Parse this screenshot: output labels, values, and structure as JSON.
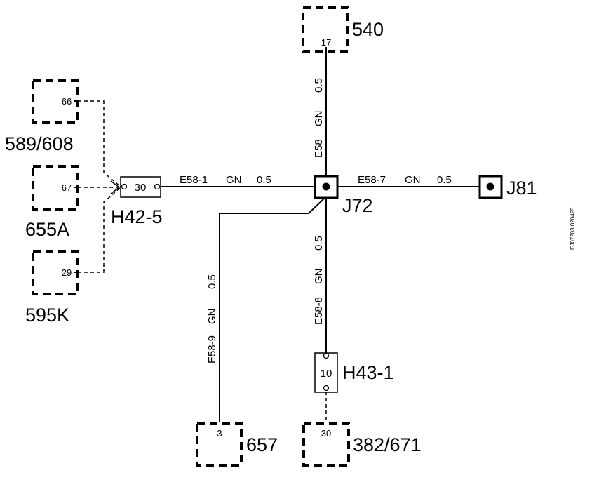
{
  "components": {
    "c540": {
      "name": "540",
      "pin": "17"
    },
    "c589": {
      "name": "589/608",
      "pin": "66"
    },
    "c655": {
      "name": "655A",
      "pin": "67"
    },
    "c595": {
      "name": "595K",
      "pin": "29"
    },
    "c657": {
      "name": "657",
      "pin": "3"
    },
    "c382": {
      "name": "382/671",
      "pin": "30"
    }
  },
  "connectors": {
    "h42": {
      "name": "H42-5",
      "pin": "30"
    },
    "h43": {
      "name": "H43-1",
      "pin": "10"
    }
  },
  "splices": {
    "j72": {
      "name": "J72"
    },
    "j81": {
      "name": "J81"
    }
  },
  "wires": {
    "e58": {
      "id": "E58",
      "color": "GN",
      "size": "0.5"
    },
    "e58_1": {
      "id": "E58-1",
      "color": "GN",
      "size": "0.5"
    },
    "e58_7": {
      "id": "E58-7",
      "color": "GN",
      "size": "0.5"
    },
    "e58_8": {
      "id": "E58-8",
      "color": "GN",
      "size": "0.5"
    },
    "e58_9": {
      "id": "E58-9",
      "color": "GN",
      "size": "0.5"
    }
  },
  "side_code": "EJ07203 020425"
}
